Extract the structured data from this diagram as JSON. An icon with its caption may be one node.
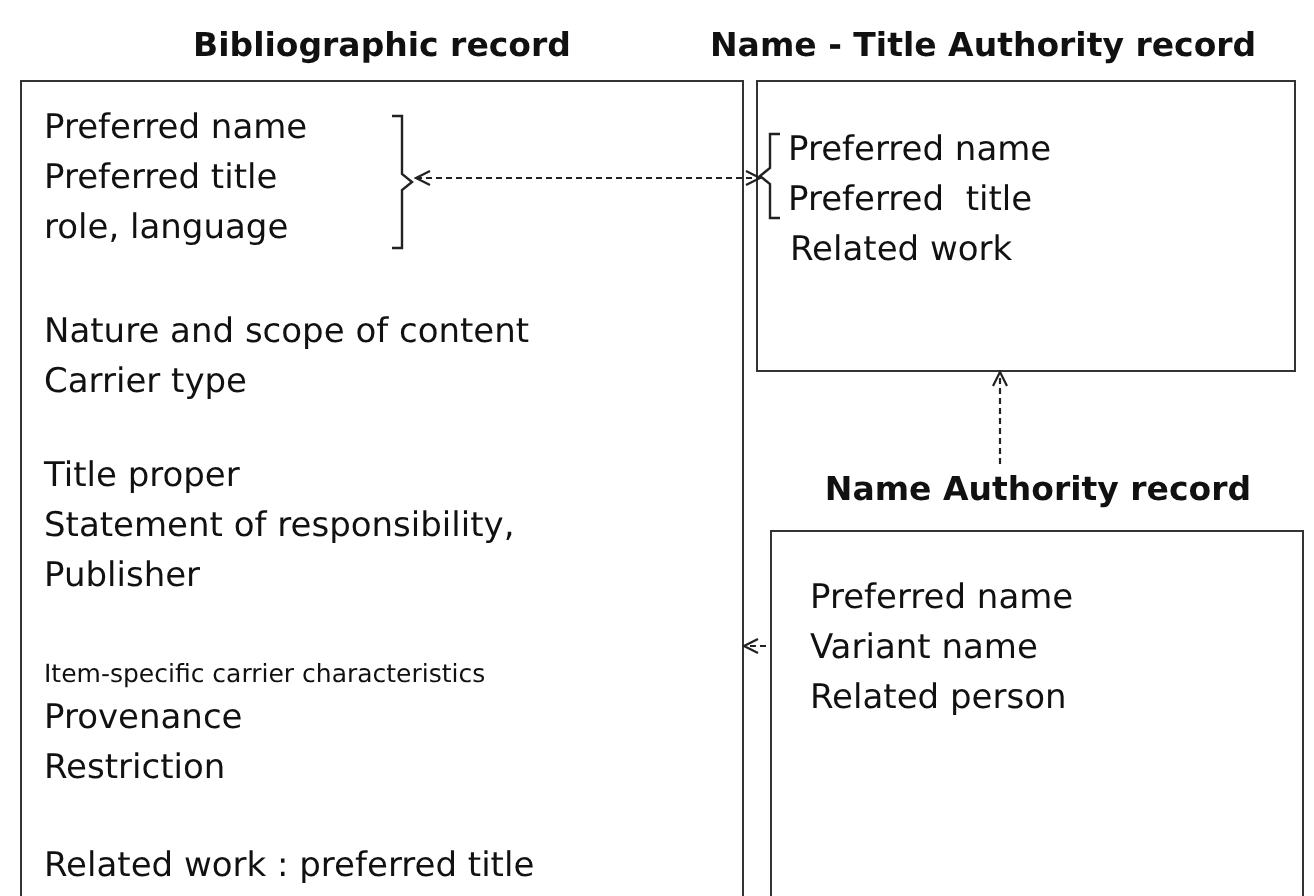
{
  "diagram": {
    "nodes": [
      {
        "text": [
          "Bibliographic record",
          "Nature and scope of content",
          "Carrier type",
          "Title proper",
          "Statement of responsibility,",
          "Publisher",
          "Item-specific carrier characteristics",
          "Provenance",
          "Restriction",
          "Related work : preferred title"
        ]
      },
      {
        "text": [
          "Preferred name",
          "Preferred title",
          "role, language"
        ],
        "in": 0
      },
      {
        "text": [
          "Name - Title Authority record",
          "Related work"
        ]
      },
      {
        "text": [
          "Preferred name",
          "Preferred  title"
        ],
        "in": 2
      },
      {
        "text": [
          "Name Authority record",
          "Preferred name",
          "Variant name",
          "Related person"
        ]
      }
    ],
    "edges": [
      {
        "from": 1,
        "to": 3,
        "arrow": "both",
        "style": "dashed"
      },
      {
        "from": 4,
        "to": 2,
        "arrow": "to",
        "style": "dashed"
      },
      {
        "from": 4,
        "to": 0,
        "arrow": "to",
        "style": "dashed"
      }
    ]
  }
}
